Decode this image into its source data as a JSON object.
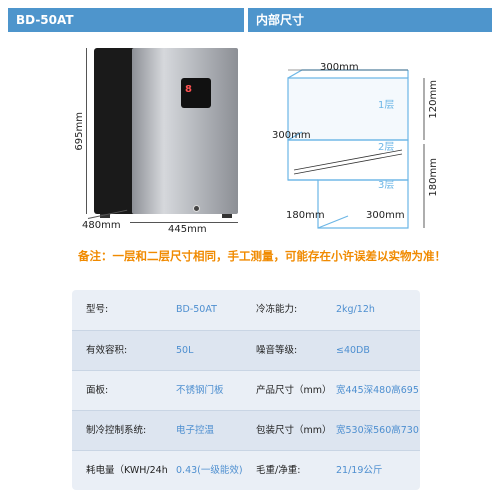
{
  "model_header": "BD-50AT",
  "inner_header": "内部尺寸",
  "fridge": {
    "panel_text": "8",
    "height_label": "695mm",
    "depth_label": "480mm",
    "width_label": "445mm"
  },
  "interior": {
    "top_width": "300mm",
    "mid_width": "300mm",
    "bottom_depth": "180mm",
    "bottom_width": "300mm",
    "upper_height": "120mm",
    "lower_height": "180mm",
    "layers": [
      "1层",
      "2层",
      "3层"
    ]
  },
  "note": "备注：一层和二层尺寸相同，手工测量，可能存在小许误差以实物为准！",
  "specs": [
    {
      "k1": "型号:",
      "v1": "BD-50AT",
      "k2": "冷冻能力:",
      "v2": "2kg/12h"
    },
    {
      "k1": "有效容积:",
      "v1": "50L",
      "k2": "噪音等级:",
      "v2": "≤40DB"
    },
    {
      "k1": "面板:",
      "v1": "不锈钢门板",
      "k2": "产品尺寸（mm）",
      "v2": "宽445深480高695"
    },
    {
      "k1": "制冷控制系统:",
      "v1": "电子控温",
      "k2": "包装尺寸（mm）",
      "v2": "宽530深560高730"
    },
    {
      "k1": "耗电量（KWH/24h",
      "v1": "0.43(一级能效)",
      "k2": "毛重/净重:",
      "v2": "21/19公斤"
    }
  ],
  "colors": {
    "header": "#4e95cc",
    "note": "#f08a00",
    "value": "#4e8fd0",
    "box": "#6cb6e6"
  }
}
